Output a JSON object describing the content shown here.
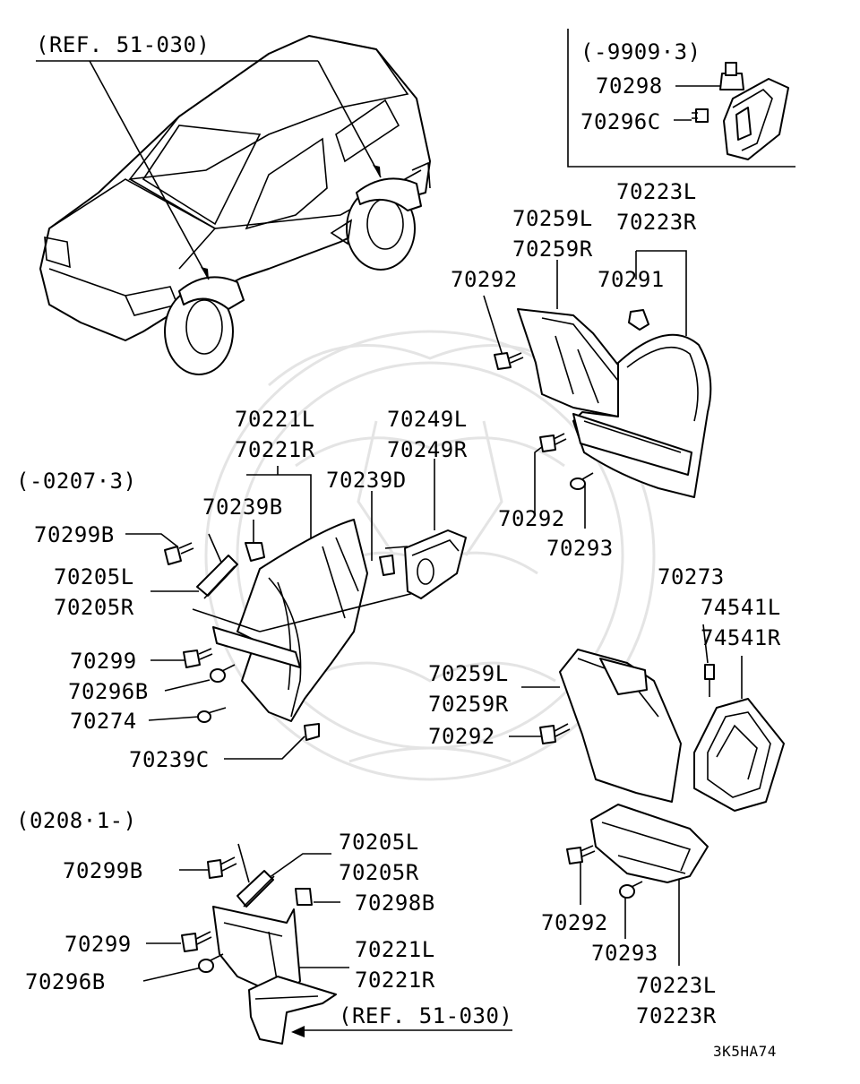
{
  "labels": {
    "ref_top": "(REF. 51-030)",
    "range_9909": "(-9909·3)",
    "p70298": "70298",
    "p70296C": "70296C",
    "p70223L_top": "70223L",
    "p70223R_top": "70223R",
    "p70259L_top": "70259L",
    "p70259R_top": "70259R",
    "p70292_a": "70292",
    "p70291": "70291",
    "p70292_b": "70292",
    "p70293_a": "70293",
    "p70221L_mid": "70221L",
    "p70221R_mid": "70221R",
    "p70249L": "70249L",
    "p70249R": "70249R",
    "range_0207": "(-0207·3)",
    "p70239B": "70239B",
    "p70239D": "70239D",
    "p70299B_a": "70299B",
    "p70205L_a": "70205L",
    "p70205R_a": "70205R",
    "p70299_a": "70299",
    "p70296B_a": "70296B",
    "p70274": "70274",
    "p70239C": "70239C",
    "p70273": "70273",
    "p74541L": "74541L",
    "p74541R": "74541R",
    "p70259L_mid": "70259L",
    "p70259R_mid": "70259R",
    "p70292_c": "70292",
    "range_0208": "(0208·1-)",
    "p70205L_b": "70205L",
    "p70205R_b": "70205R",
    "p70299B_b": "70299B",
    "p70298B": "70298B",
    "p70299_b": "70299",
    "p70221L_bot": "70221L",
    "p70221R_bot": "70221R",
    "p70296B_b": "70296B",
    "ref_bottom": "(REF. 51-030)",
    "p70292_d": "70292",
    "p70293_b": "70293",
    "p70223L_bot": "70223L",
    "p70223R_bot": "70223R",
    "figure_code": "3K5HA74"
  }
}
